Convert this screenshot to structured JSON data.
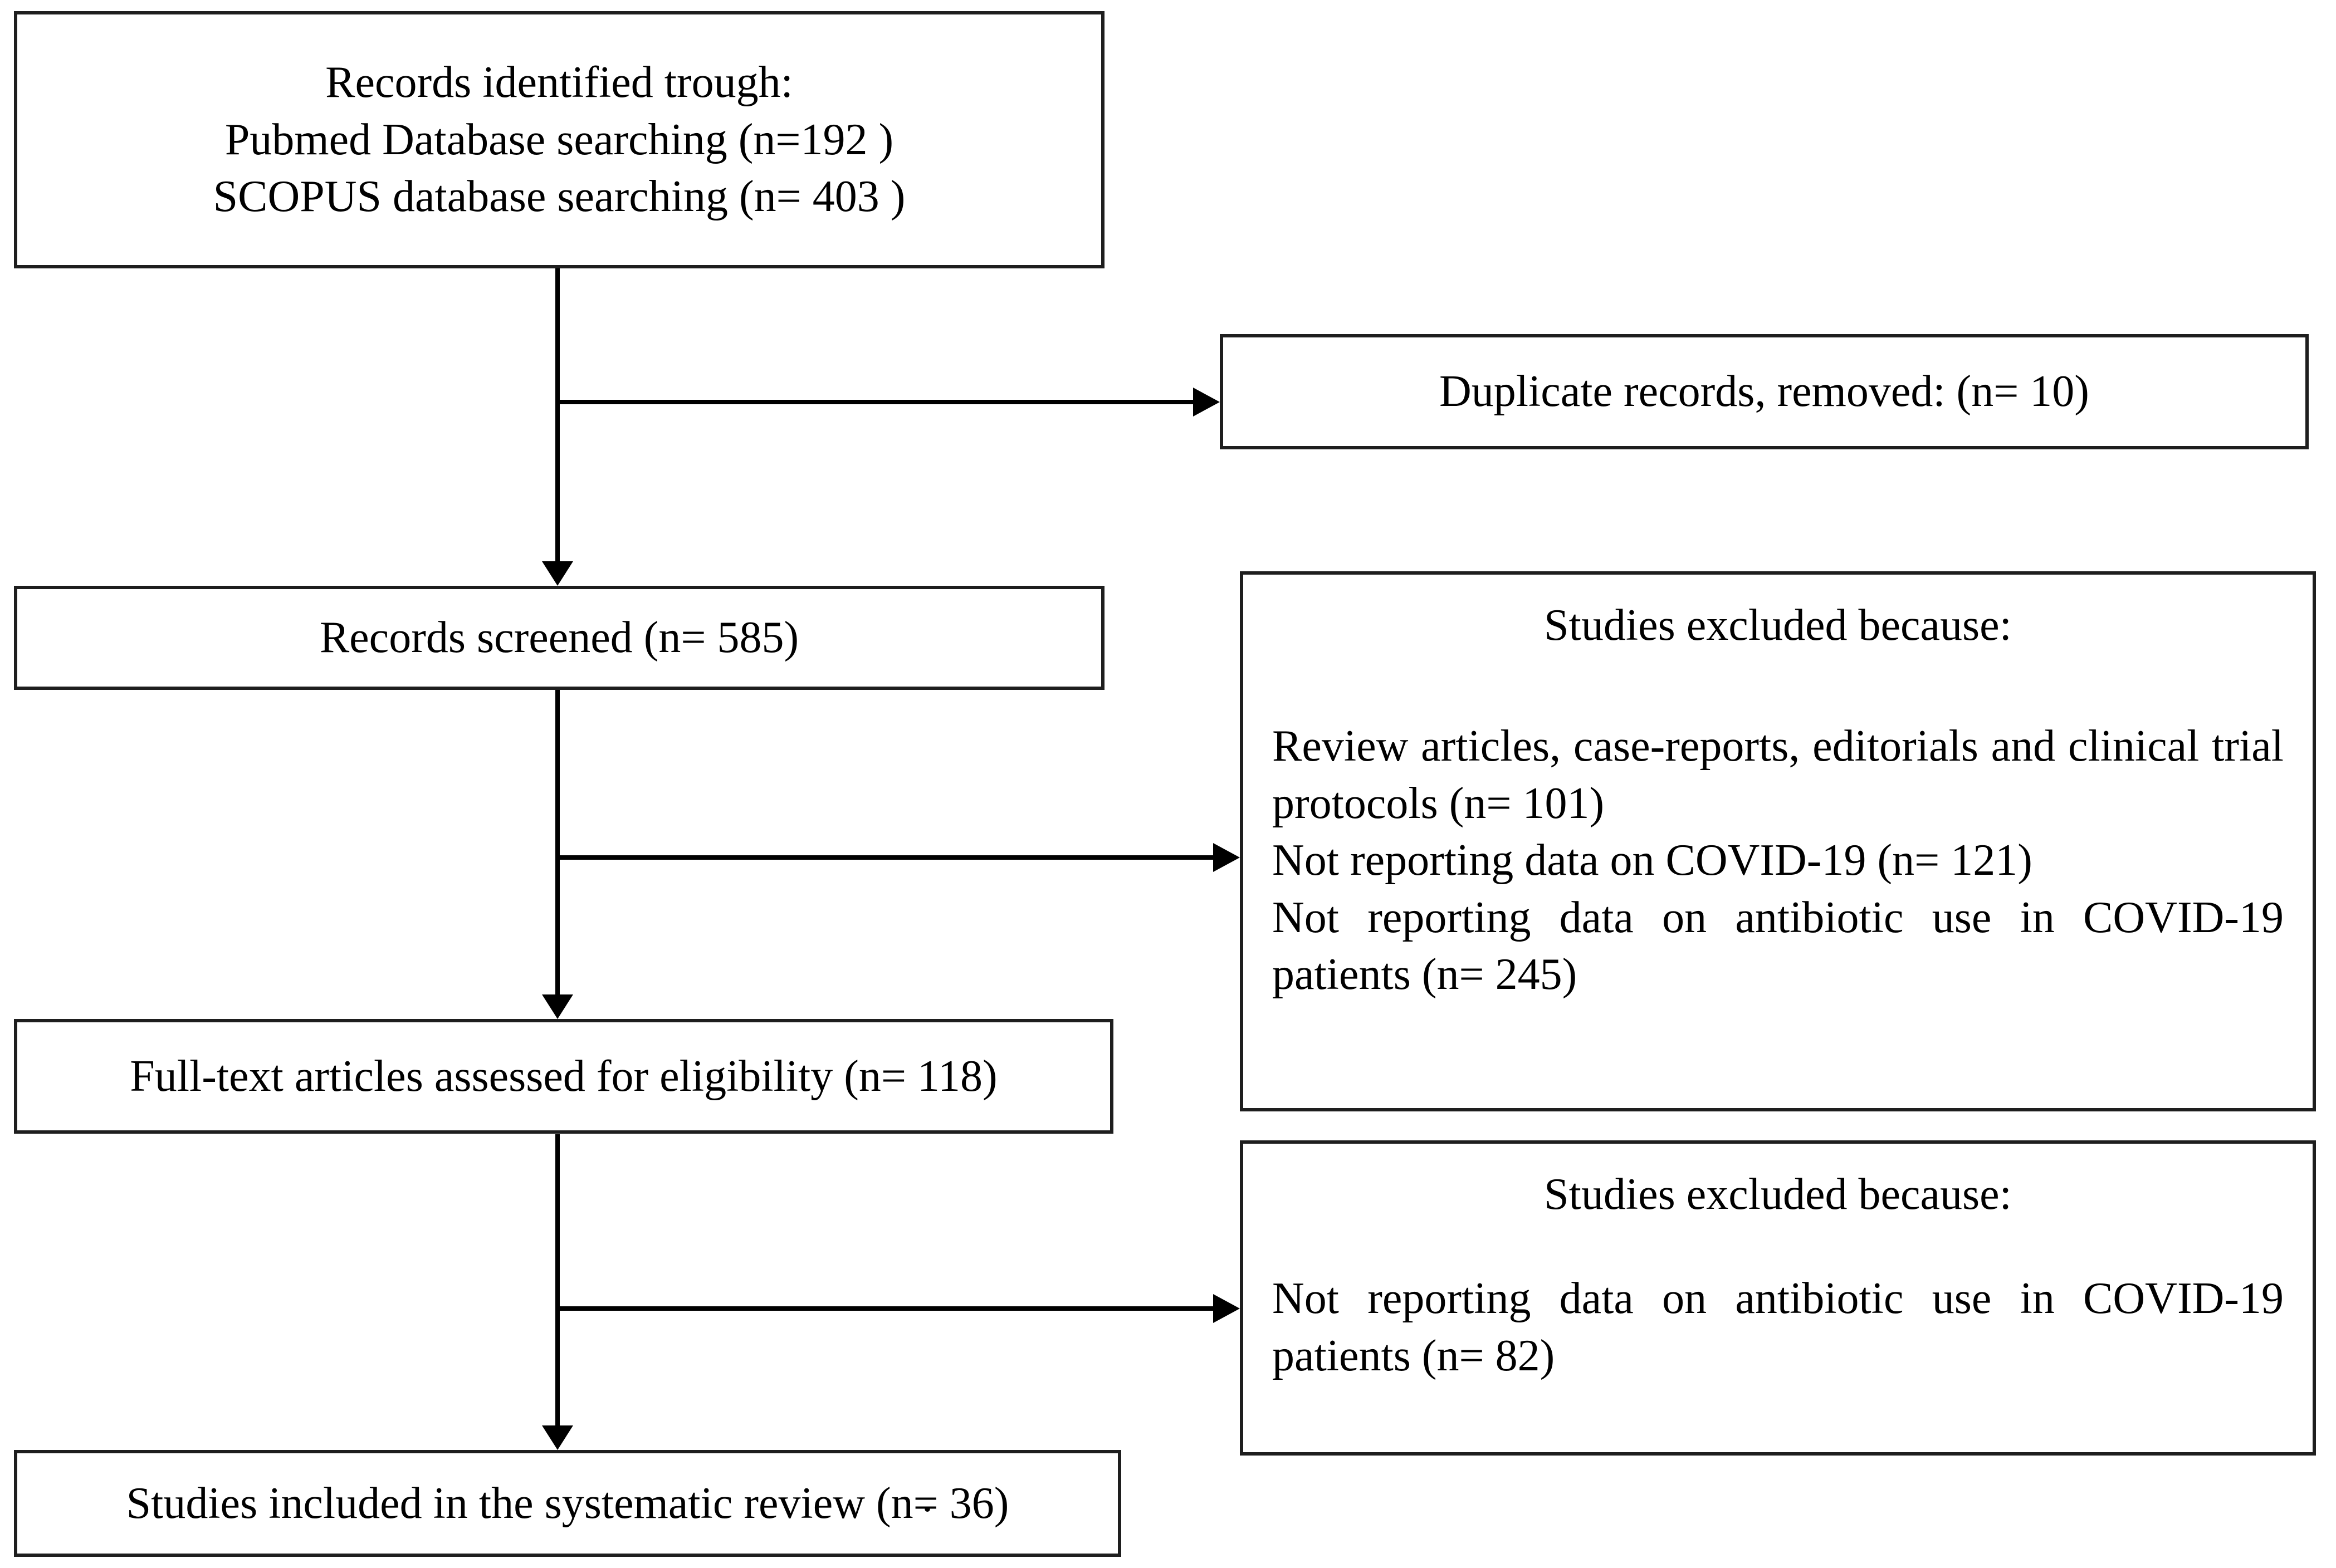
{
  "figure": {
    "kind": "prisma-study-selection-flow-diagram",
    "colors": {
      "background": "#ffffff",
      "box_border": "#1e1e1e",
      "arrow": "#000000",
      "text": "#000000"
    },
    "boxes": {
      "identified": {
        "line1": "Records identified trough:",
        "line2": "Pubmed Database searching (n=192 )",
        "line3": "SCOPUS database searching (n= 403 )"
      },
      "duplicates": {
        "text": "Duplicate records, removed: (n= 10)"
      },
      "screened": {
        "text": "Records screened (n= 585)"
      },
      "excluded_screening": {
        "heading": "Studies excluded because:",
        "reason1": "Review articles, case-reports, editorials and clinical trial protocols (n= 101)",
        "reason2": "Not reporting data on COVID-19 (n= 121)",
        "reason3": "Not reporting data on antibiotic use in COVID-19 patients (n= 245)"
      },
      "fulltext": {
        "text": "Full-text articles assessed for eligibility (n= 118)"
      },
      "excluded_fulltext": {
        "heading": "Studies excluded because:",
        "reason1": "Not reporting data on antibiotic use in COVID-19 patients (n= 82)"
      },
      "included": {
        "text": "Studies included in the systematic review (n= 36)",
        "stray_mark": "."
      }
    }
  }
}
